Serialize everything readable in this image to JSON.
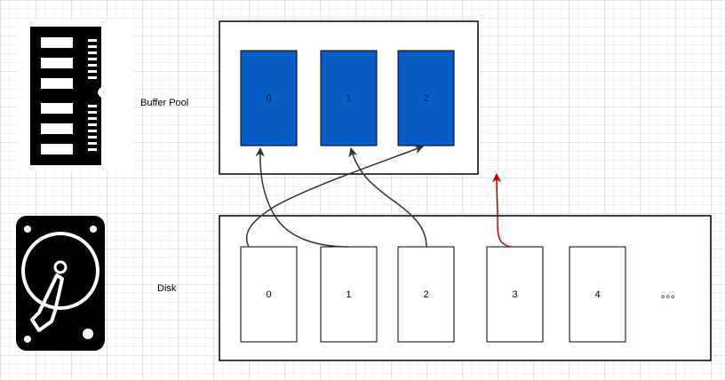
{
  "labels": {
    "buffer_pool": "Buffer Pool",
    "disk": "Disk"
  },
  "buffer_pool": {
    "pages": [
      "0",
      "1",
      "2"
    ],
    "fill_color": "#0a5cc5"
  },
  "disk": {
    "pages": [
      "0",
      "1",
      "2",
      "3",
      "4"
    ],
    "ellipsis": "。。。"
  },
  "icons": {
    "ram": "memory-module-icon",
    "disk": "hard-disk-icon"
  },
  "arrow_colors": {
    "loaded": "#333333",
    "loading": "#c00000"
  }
}
